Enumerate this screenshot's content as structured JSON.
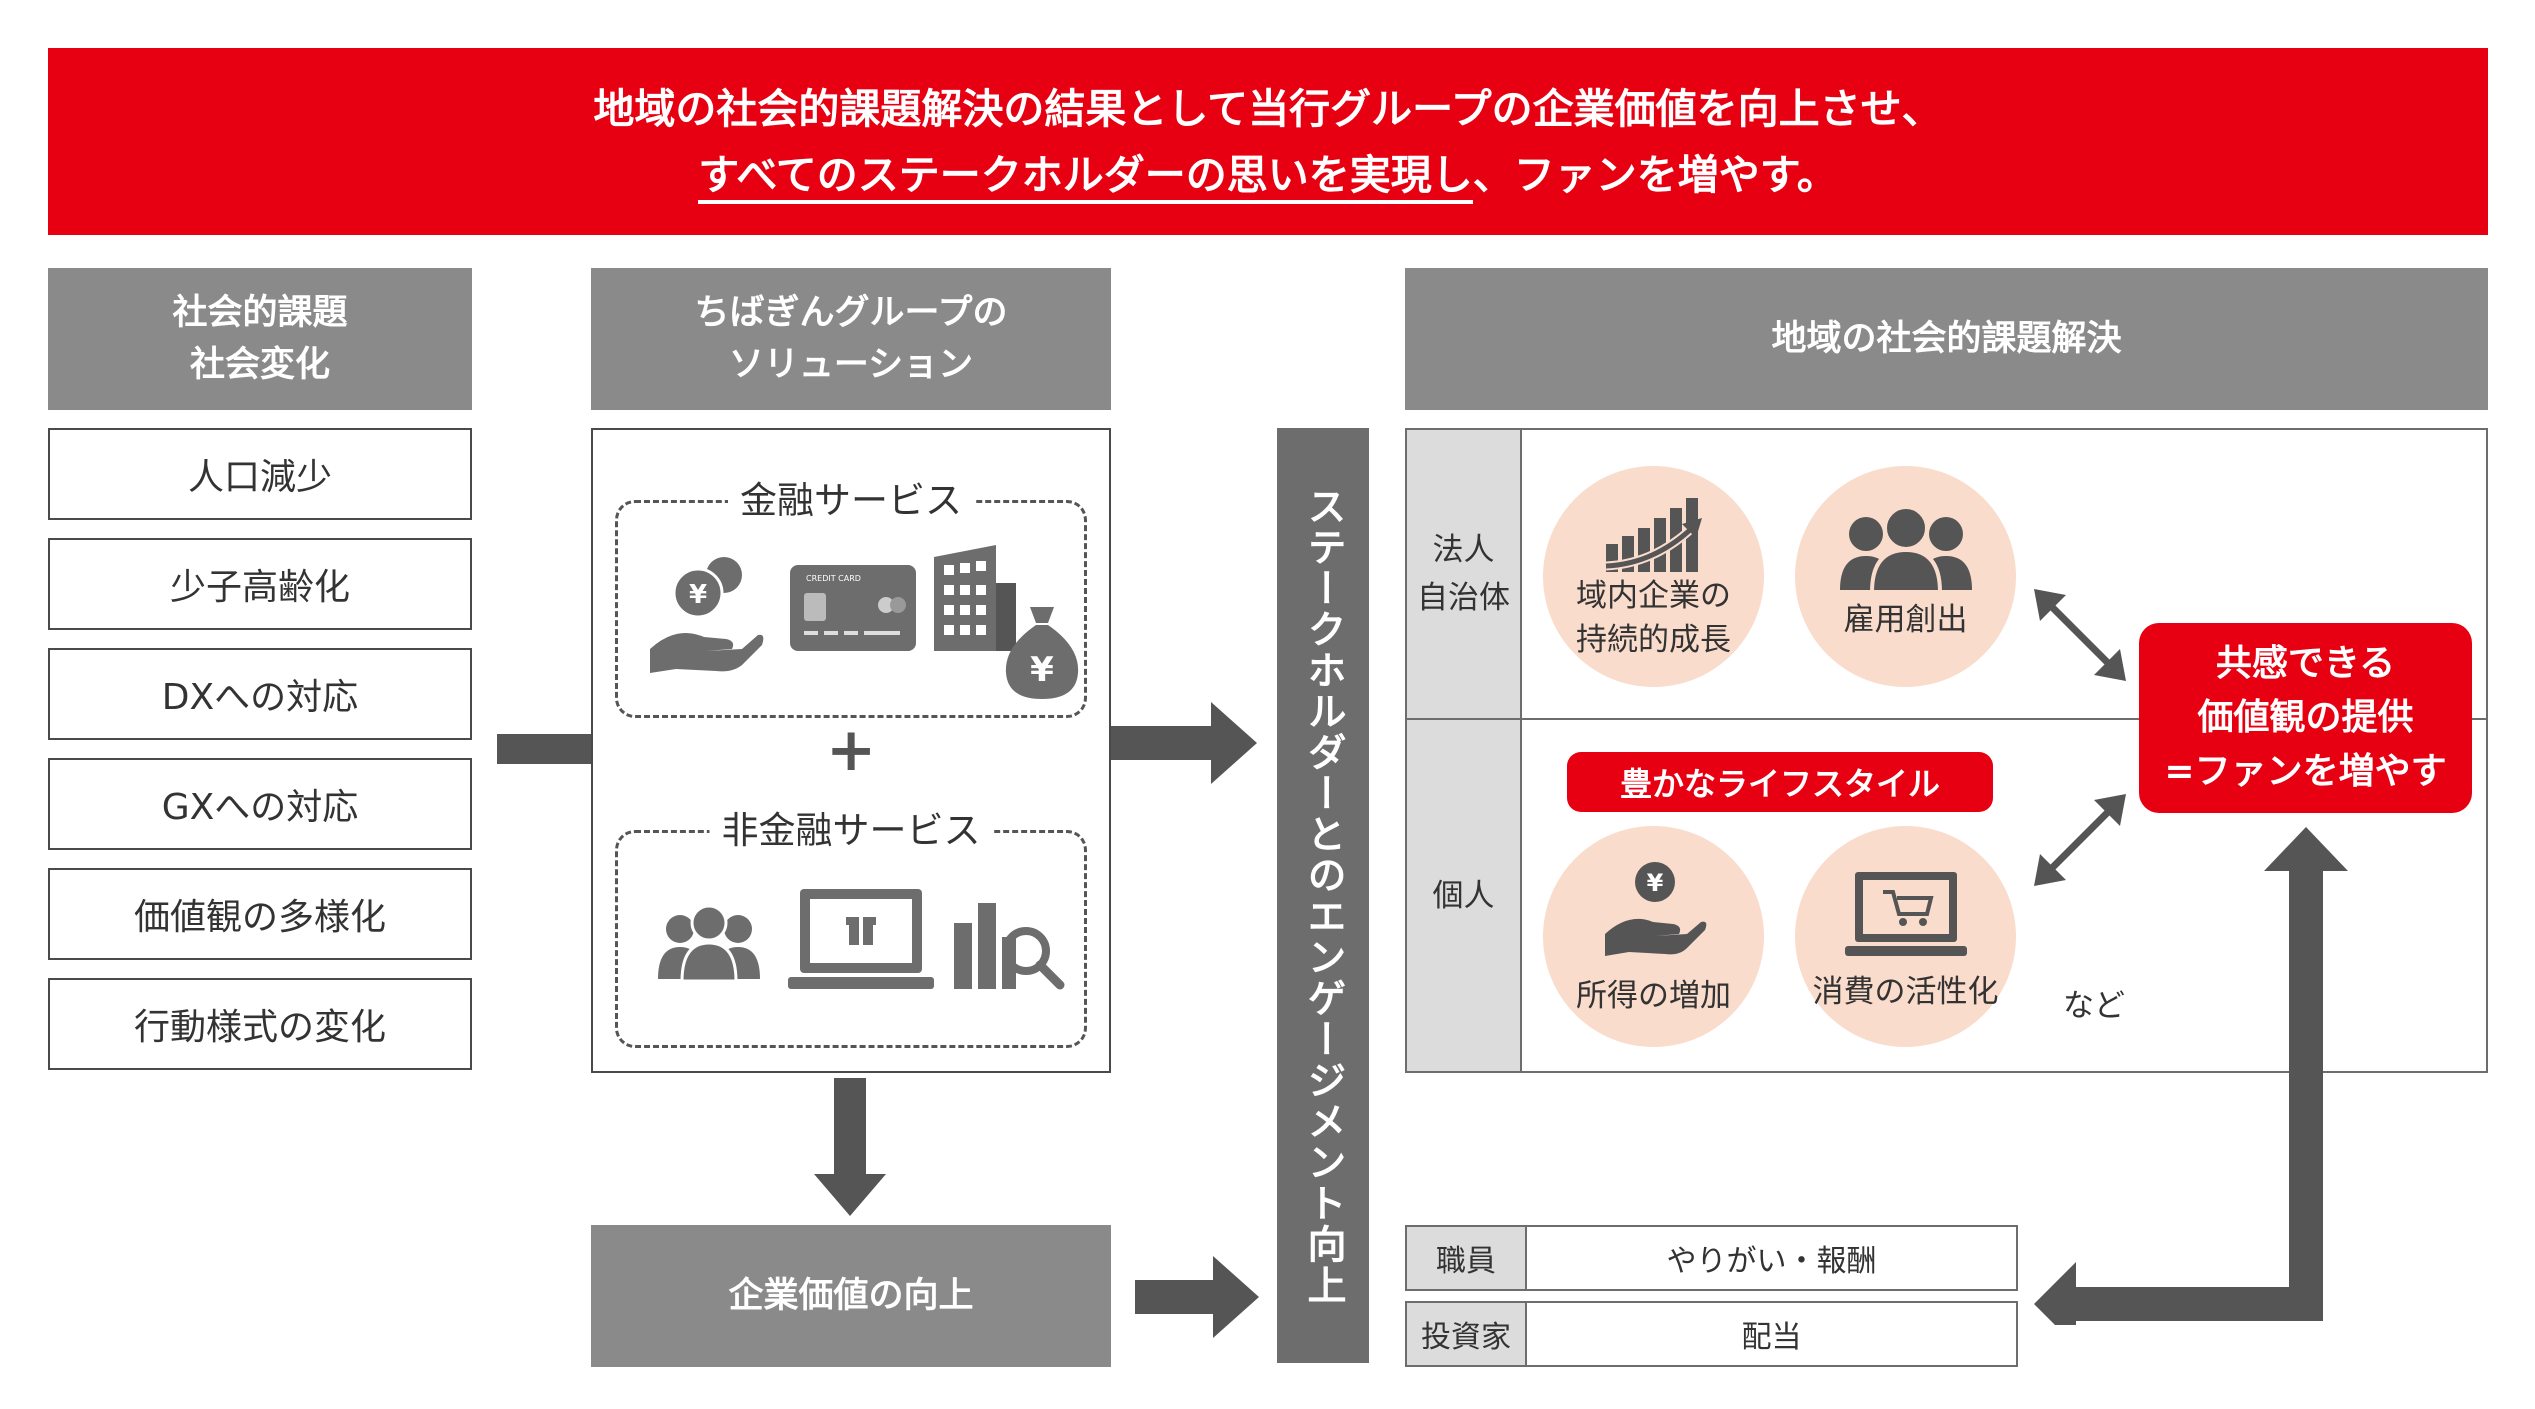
{
  "banner": {
    "line1": "地域の社会的課題解決の結果として当行グループの企業価値を向上させ、",
    "line2_underlined": "すべてのステークホルダーの思いを実現し",
    "line2_rest": "、ファンを増やす。"
  },
  "left": {
    "header_line1": "社会的課題",
    "header_line2": "社会変化",
    "issues": [
      "人口減少",
      "少子高齢化",
      "DXへの対応",
      "GXへの対応",
      "価値観の多様化",
      "行動様式の変化"
    ]
  },
  "middle": {
    "header_line1": "ちばぎんグループの",
    "header_line2": "ソリューション",
    "financial_label": "金融サービス",
    "card_text": "CREDIT CARD",
    "yen": "¥",
    "plus": "+",
    "nonfinancial_label": "非金融サービス",
    "value_up": "企業価値の向上"
  },
  "engagement": "ステークホルダーとのエンゲージメント向上",
  "right": {
    "header": "地域の社会的課題解決",
    "row1_label_a": "法人",
    "row1_label_b": "自治体",
    "row2_label": "個人",
    "circles": {
      "c1_a": "域内企業の",
      "c1_b": "持続的成長",
      "c2": "雇用創出",
      "c3": "所得の増加",
      "c4": "消費の活性化"
    },
    "lifestyle": "豊かなライフスタイル",
    "etc": "など",
    "empathy_line1": "共感できる",
    "empathy_line2": "価値観の提供",
    "empathy_line3": "=ファンを増やす"
  },
  "stakeholders": [
    {
      "label": "職員",
      "value": "やりがい・報酬"
    },
    {
      "label": "投資家",
      "value": "配当"
    }
  ],
  "colors": {
    "red": "#e60012",
    "gray_header": "#8a8a8a",
    "dark_gray": "#555555",
    "peach": "#f9dccc",
    "label_gray": "#dcdcdc"
  }
}
